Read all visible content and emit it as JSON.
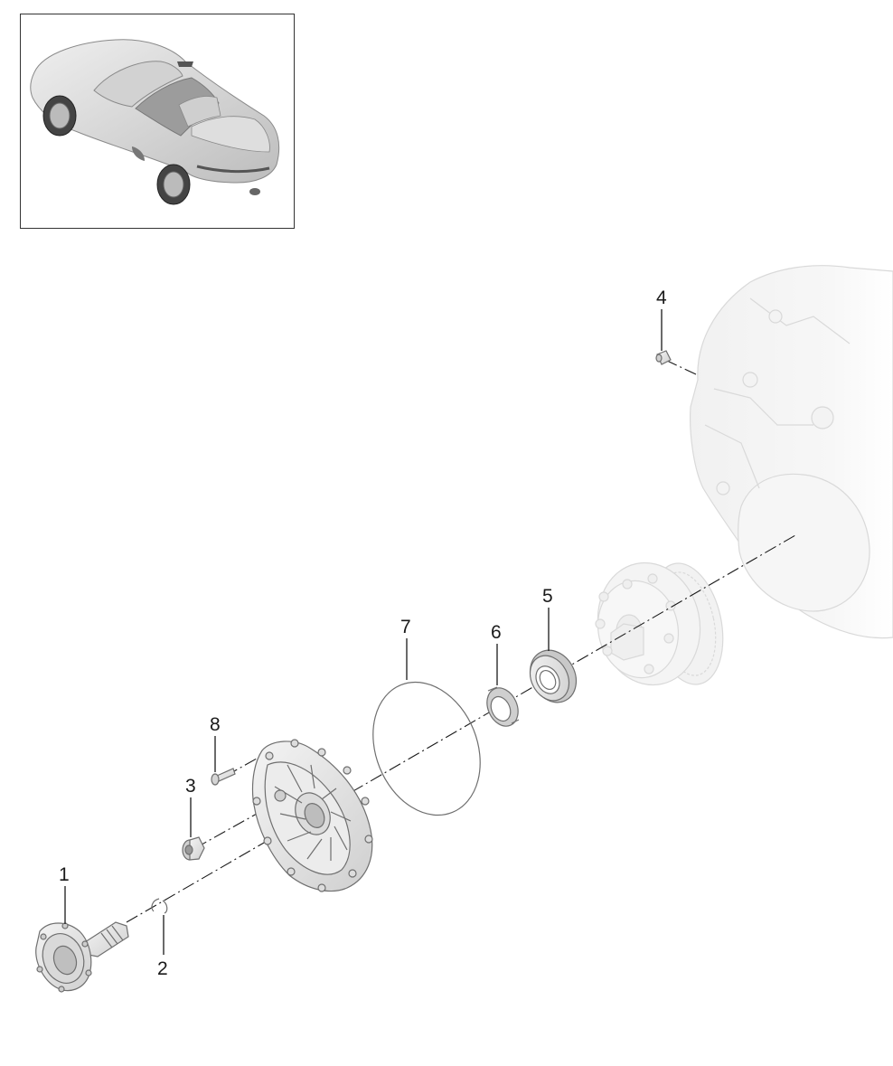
{
  "diagram": {
    "callouts": [
      {
        "id": "1",
        "label": "1"
      },
      {
        "id": "2",
        "label": "2"
      },
      {
        "id": "3",
        "label": "3"
      },
      {
        "id": "4",
        "label": "4"
      },
      {
        "id": "5",
        "label": "5"
      },
      {
        "id": "6",
        "label": "6"
      },
      {
        "id": "7",
        "label": "7"
      },
      {
        "id": "8",
        "label": "8"
      }
    ]
  },
  "colors": {
    "part_fill": "#e6e6e6",
    "part_stroke": "#6f6f6f",
    "ghost_fill": "#f4f4f4",
    "ghost_stroke": "#d9d9d9",
    "line": "#1a1a1a"
  },
  "thumbnail": {
    "icon": "car-icon"
  }
}
